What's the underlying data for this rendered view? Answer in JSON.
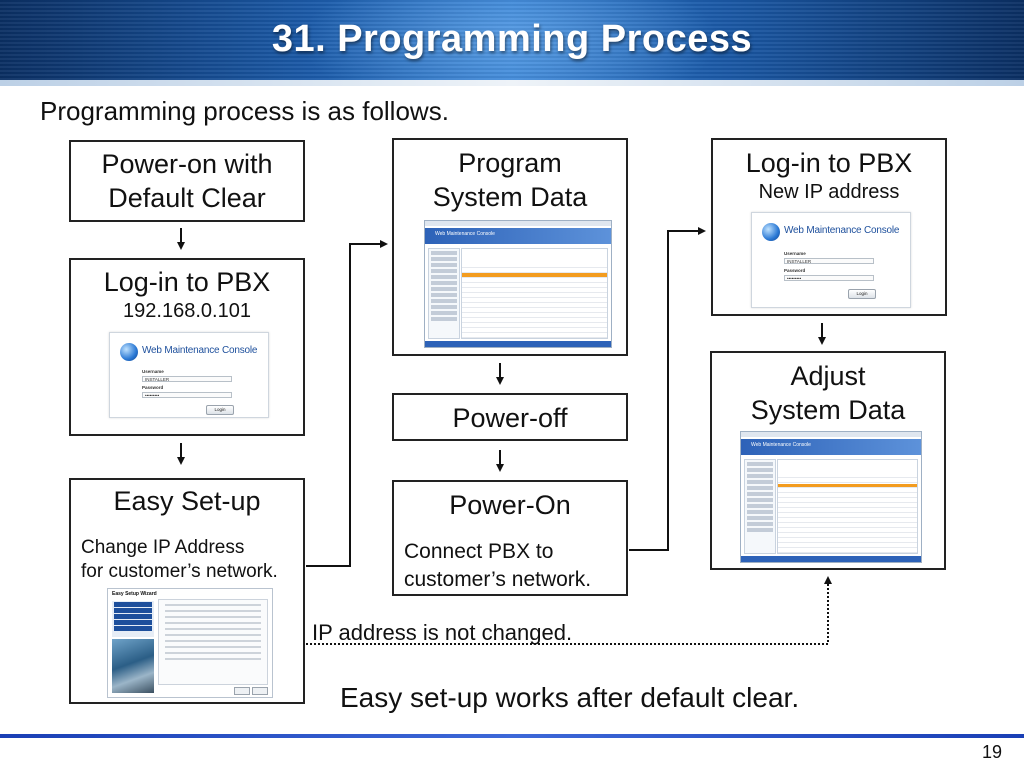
{
  "header": {
    "title": "31. Programming Process"
  },
  "intro": "Programming process is as follows.",
  "steps": {
    "power_on_default": {
      "line1": "Power-on with",
      "line2": "Default Clear"
    },
    "login_default": {
      "title": "Log-in to PBX",
      "subtitle": "192.168.0.101"
    },
    "easy_setup": {
      "title": "Easy Set-up",
      "note1": "Change IP Address",
      "note2": "for customer’s network."
    },
    "program_data": {
      "line1": "Program",
      "line2": "System Data"
    },
    "power_off": {
      "title": "Power-off"
    },
    "power_on": {
      "title": "Power-On",
      "note1": "Connect PBX to",
      "note2": "customer’s network."
    },
    "login_new": {
      "title": "Log-in to PBX",
      "subtitle": "New IP address"
    },
    "adjust_data": {
      "line1": "Adjust",
      "line2": "System Data"
    }
  },
  "thumbnails": {
    "login": {
      "brand": "Web Maintenance Console",
      "username_label": "Username",
      "username_value": "INSTALLER",
      "password_label": "Password",
      "password_value": "•••••••••",
      "button": "Login"
    },
    "app": {
      "brand": "Web Maintenance Console"
    },
    "wizard": {
      "title": "Easy Setup Wizard"
    }
  },
  "connector_label": "IP address is not changed.",
  "footer_note": "Easy set-up works after default clear.",
  "page_number": "19",
  "colors": {
    "banner": "#1b5aa8",
    "bottom_rule": "#1a3fb5",
    "accent_orange": "#f39c1f"
  }
}
